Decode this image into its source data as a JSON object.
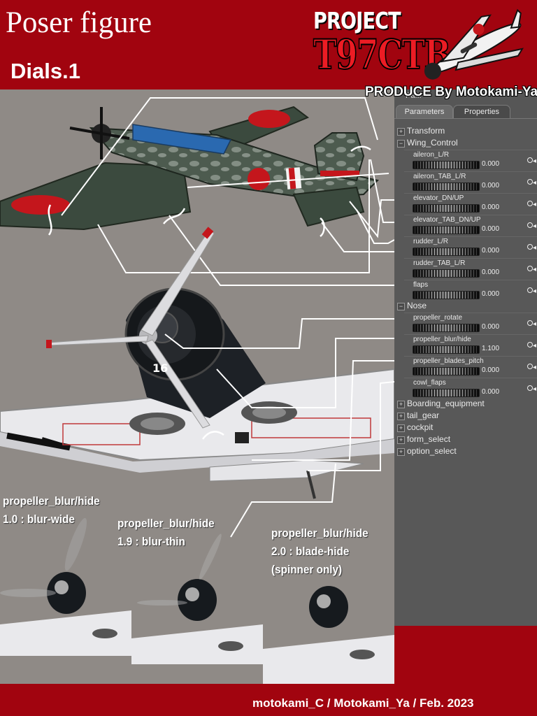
{
  "header": {
    "title": "Poser figure",
    "subtitle": "Dials.1",
    "logo_line1": "PROJECT",
    "logo_line2": "T97CTB",
    "produce": "PRODUCE By Motokami-Ya"
  },
  "panel": {
    "title": "Pa...",
    "tabs": [
      {
        "label": "Parameters",
        "active": true
      },
      {
        "label": "Properties",
        "active": false
      }
    ],
    "groups": {
      "transform": "Transform",
      "wing_control": "Wing_Control",
      "nose": "Nose",
      "boarding": "Boarding_equipment",
      "tail_gear": "tail_gear",
      "cockpit": "cockpit",
      "form_select": "form_select",
      "option_select": "option_select"
    },
    "dials": [
      {
        "name": "aileron_L/R",
        "value": "0.000"
      },
      {
        "name": "aileron_TAB_L/R",
        "value": "0.000"
      },
      {
        "name": "elevator_DN/UP",
        "value": "0.000"
      },
      {
        "name": "elevator_TAB_DN/UP",
        "value": "0.000"
      },
      {
        "name": "rudder_L/R",
        "value": "0.000"
      },
      {
        "name": "rudder_TAB_L/R",
        "value": "0.000"
      },
      {
        "name": "flaps",
        "value": "0.000"
      },
      {
        "name": "propeller_rotate",
        "value": "0.000"
      },
      {
        "name": "propeller_blur/hide",
        "value": "1.100"
      },
      {
        "name": "propeller_blades_pitch",
        "value": "0.000"
      },
      {
        "name": "cowl_flaps",
        "value": "0.000"
      }
    ]
  },
  "captions": {
    "blur_wide": [
      "propeller_blur/hide",
      "1.0 : blur-wide"
    ],
    "blur_thin": [
      "propeller_blur/hide",
      "1.9 : blur-thin"
    ],
    "blade_hide": [
      "propeller_blur/hide",
      "2.0 : blade-hide",
      "(spinner only)"
    ]
  },
  "aircraft_marking": "16",
  "footer": {
    "credit": "motokami_C / Motokami_Ya / Feb. 2023"
  },
  "colors": {
    "frame_red": "#a1040f",
    "render_bg": "#8f8a86",
    "panel_bg": "#585858",
    "hinomaru": "#c4161c"
  }
}
